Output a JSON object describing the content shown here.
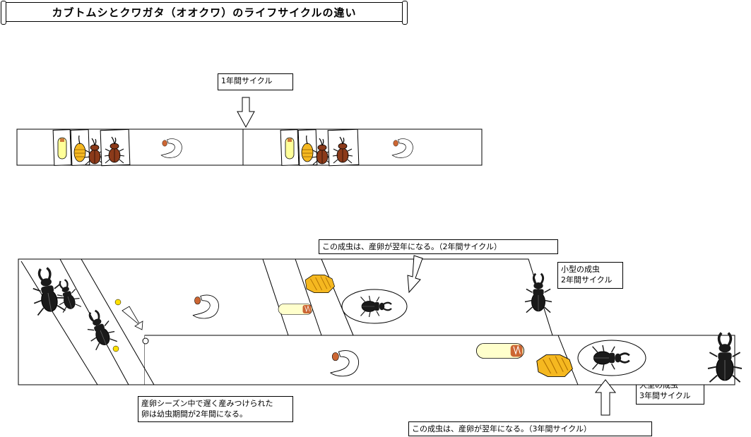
{
  "title": "カブトムシとクワガタ（オオクワ）のライフサイクルの違い",
  "labels": {
    "one_year": "1年間サイクル",
    "two_year_note": "この成虫は、産卵が翌年になる。（2年間サイクル）",
    "small_adult_line1": "小型の成虫",
    "small_adult_line2": "2年間サイクル",
    "large_adult_line1": "大型の成虫",
    "large_adult_line2": "3年間サイクル",
    "late_egg_line1": "産卵シーズン中で遅く産みつけられた",
    "late_egg_line2": "卵は幼虫期間が2年間になる。",
    "three_year_note": "この成虫は、産卵が翌年になる。（3年間サイクル）"
  },
  "colors": {
    "beetle_brown": "#8b3a1a",
    "pupa_yellow": "#f5b820",
    "larva_cream": "#ffffcc",
    "egg_yellow": "#ffe000",
    "stag_black": "#1a1a1a"
  }
}
